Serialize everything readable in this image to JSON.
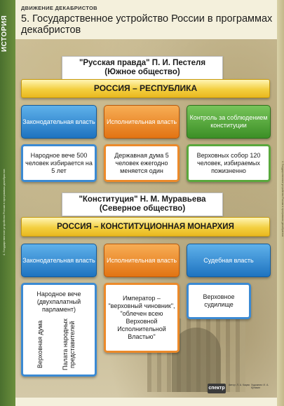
{
  "sidebar": {
    "label": "ИСТОРИЯ",
    "caption": "4. Государственное устройство России в программах декабристов"
  },
  "right_caption": "4. Государственное устройство России в программах декабристов",
  "section_tag": "ДВИЖЕНИЕ ДЕКАБРИСТОВ",
  "title": "5. Государственное устройство России в программах декабристов",
  "south": {
    "header_line1": "\"Русская правда\" П. И. Пестеля",
    "header_line2": "(Южное общество)",
    "banner": "РОССИЯ – РЕСПУБЛИКА",
    "branches": [
      {
        "title": "Законодательная власть",
        "body": "Народное вече 500 человек избирается на 5 лет"
      },
      {
        "title": "Исполнительная власть",
        "body": "Державная дума 5 человек ежегодно меняется один"
      },
      {
        "title": "Контроль за соблюдением конституции",
        "body": "Верховных собор 120 человек, избираемых пожизненно"
      }
    ]
  },
  "north": {
    "header_line1": "\"Конституция\" Н. М. Муравьева",
    "header_line2": "(Северное общество)",
    "banner": "РОССИЯ – КОНСТИТУЦИОННАЯ МОНАРХИЯ",
    "branches": [
      {
        "title": "Законодательная власть",
        "body": "Народное вече (двухпалатный парламент)"
      },
      {
        "title": "Исполнительная власть",
        "body": "Император – \"верховный чиновник\", \"облечен всею Верховной Исполнительной Властью\""
      },
      {
        "title": "Судебная власть",
        "body": "Верховное судилище"
      }
    ],
    "chambers": [
      "Верховная дума",
      "Палата народных представителей"
    ]
  },
  "footer": {
    "logo": "спектр",
    "credits_left": "Автор: Л. А. Кацва",
    "credits_right": "Художник: И. А. Кутявин"
  }
}
